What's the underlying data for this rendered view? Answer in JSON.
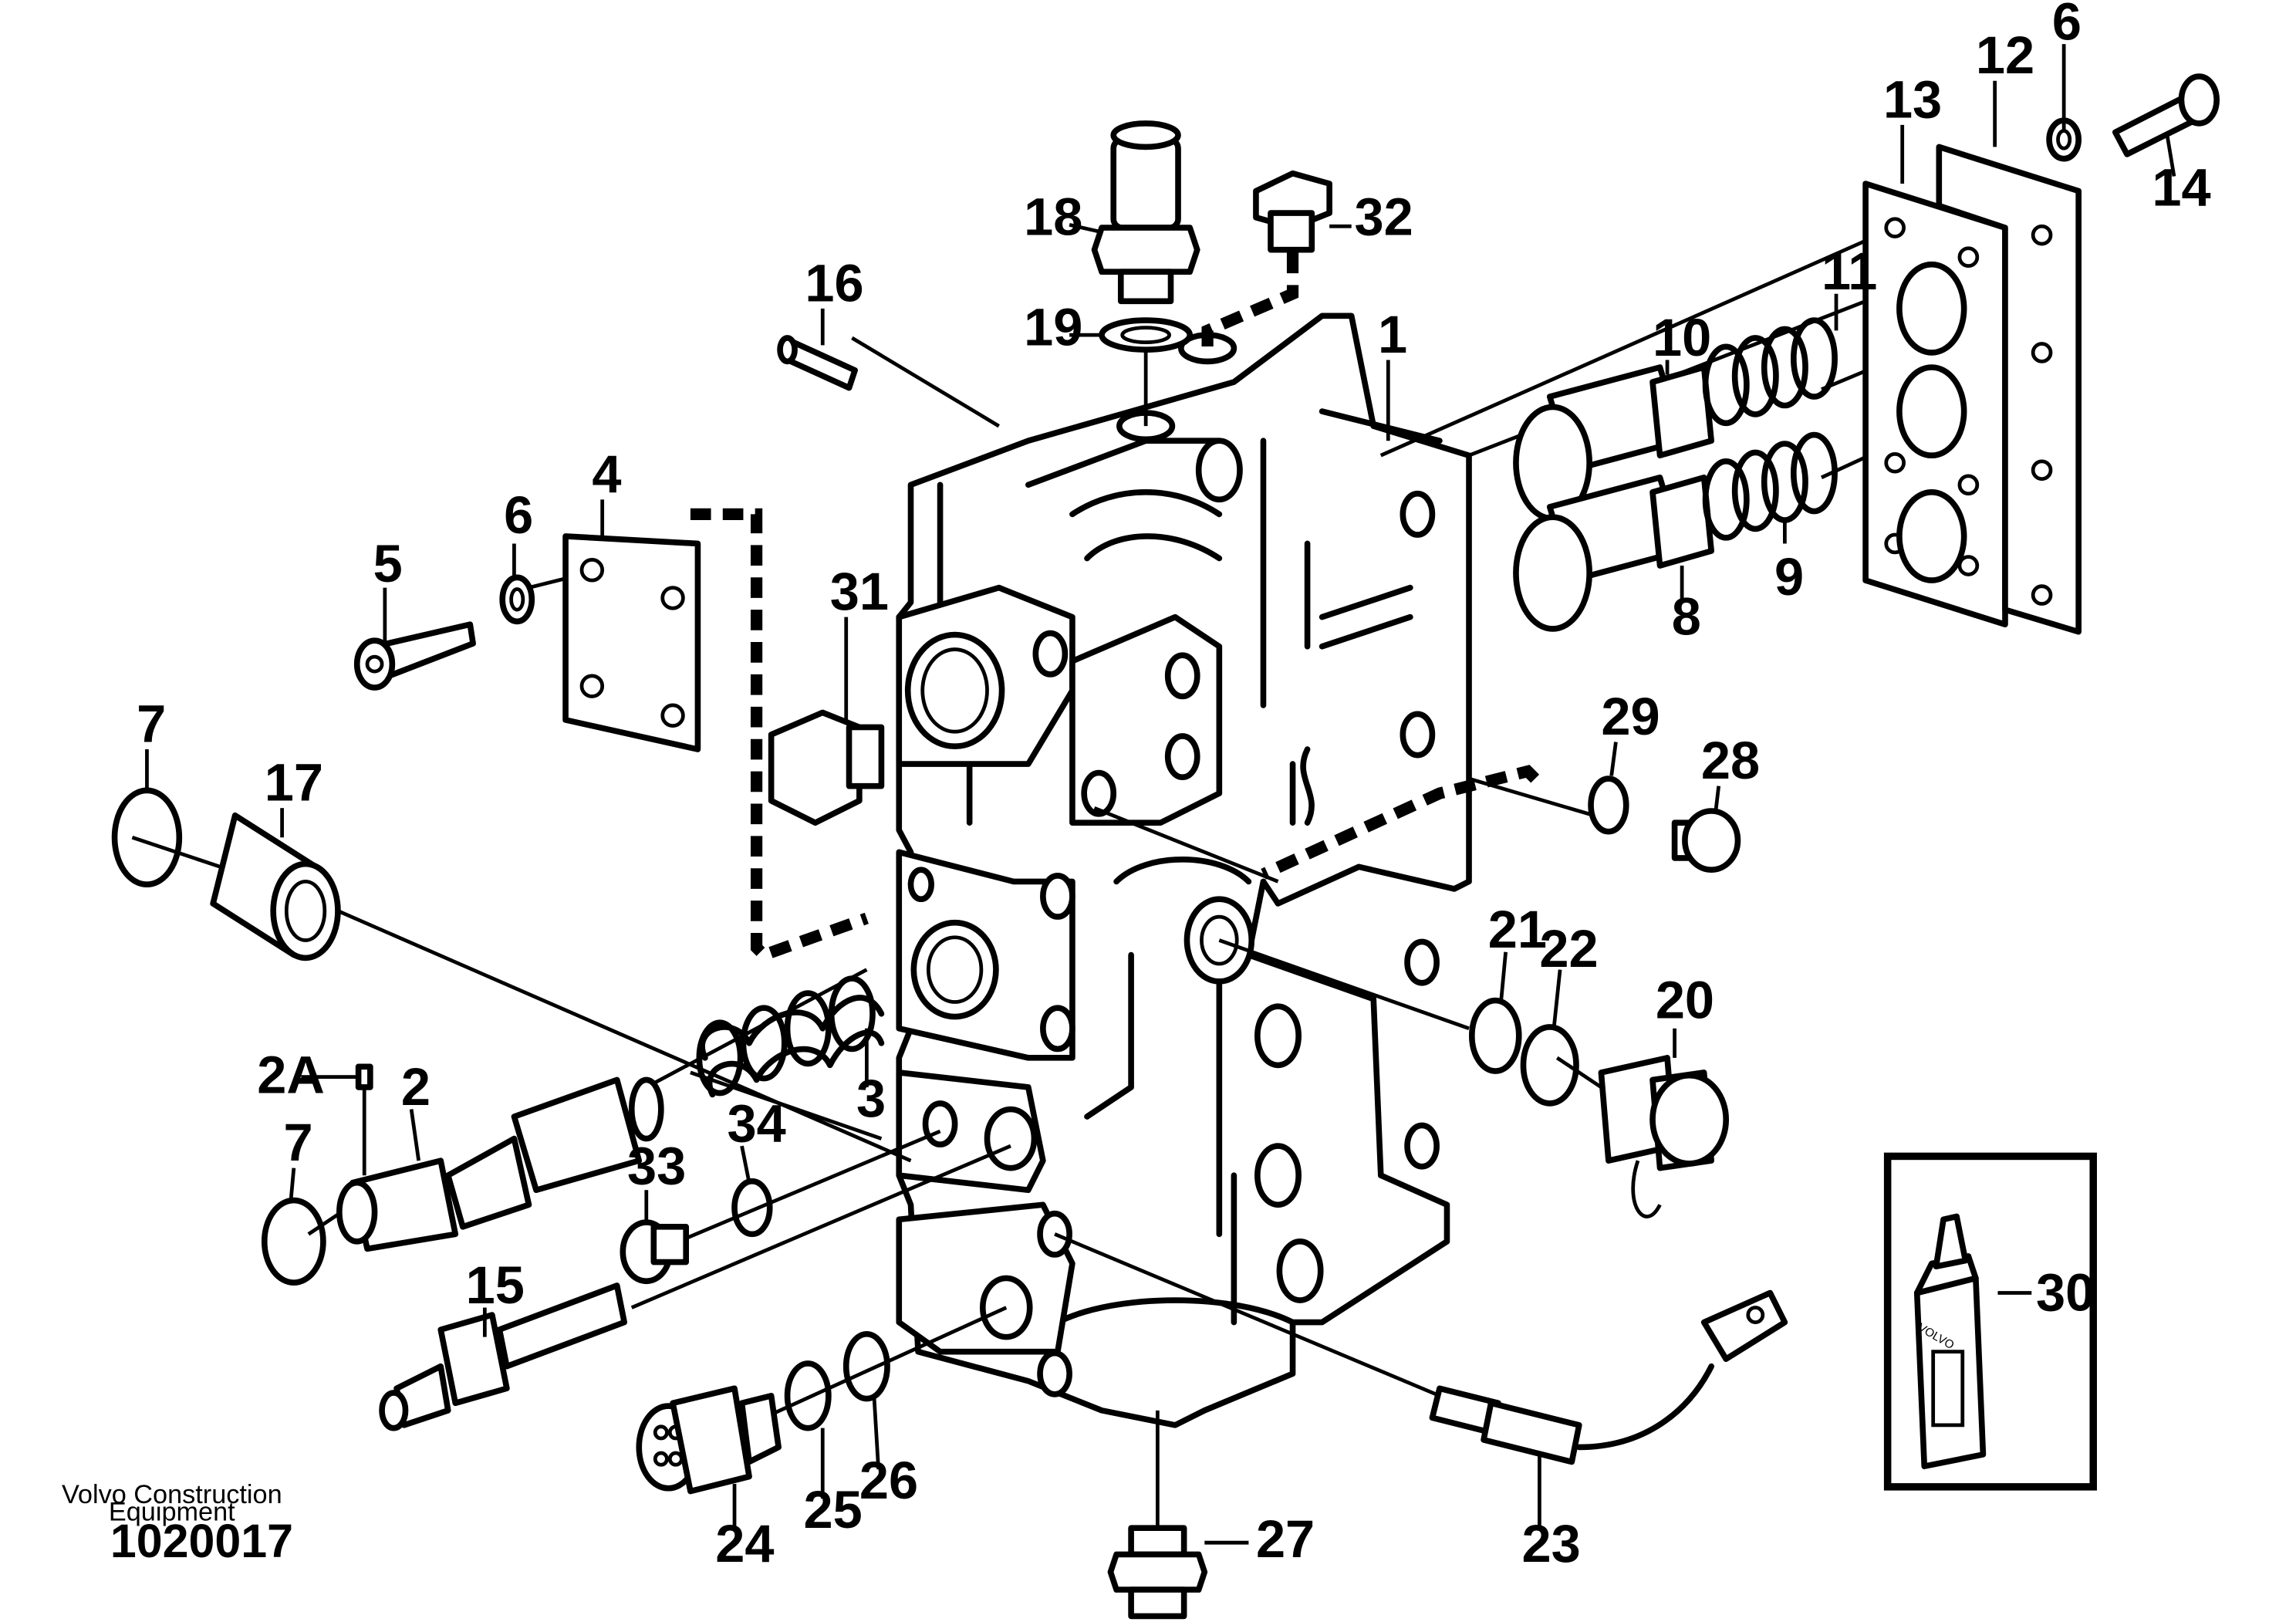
{
  "footer": {
    "company_line1": "Volvo Construction",
    "company_line2": "Equipment",
    "drawing_number": "1020017"
  },
  "labels": {
    "p1": "1",
    "p2": "2",
    "p2a": "2A",
    "p3": "3",
    "p4": "4",
    "p5": "5",
    "p6a": "6",
    "p6b": "6",
    "p7a": "7",
    "p7b": "7",
    "p8": "8",
    "p9": "9",
    "p10": "10",
    "p11": "11",
    "p12": "12",
    "p13": "13",
    "p14": "14",
    "p15": "15",
    "p16": "16",
    "p17": "17",
    "p18": "18",
    "p19": "19",
    "p20": "20",
    "p21": "21",
    "p22": "22",
    "p23": "23",
    "p24": "24",
    "p25": "25",
    "p26": "26",
    "p27": "27",
    "p28": "28",
    "p29": "29",
    "p30": "30",
    "p31": "31",
    "p32": "32",
    "p33": "33",
    "p34": "34"
  },
  "bottle_text": "VOLVO"
}
